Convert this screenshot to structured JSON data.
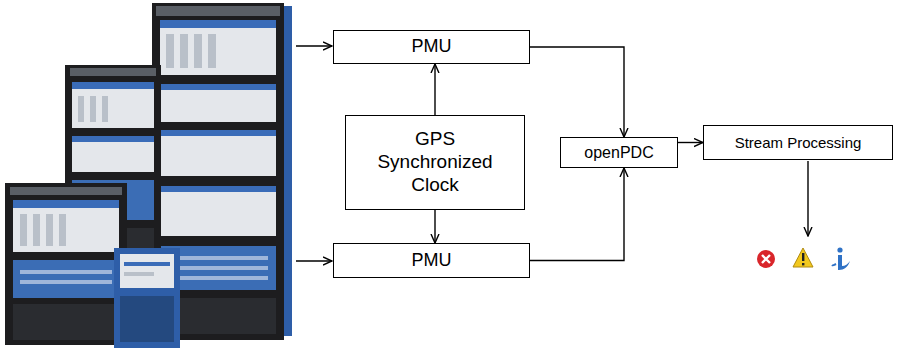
{
  "diagram": {
    "nodes": [
      {
        "text": [
          "PMU"
        ]
      },
      {
        "text": [
          "GPS Synchronized Clock"
        ]
      },
      {
        "text": [
          "PMU"
        ]
      },
      {
        "text": [
          "openPDC"
        ]
      },
      {
        "text": [
          "Stream Processing"
        ]
      }
    ],
    "edges": [
      {
        "from": 1,
        "to": 0,
        "arrow": "to"
      },
      {
        "from": 1,
        "to": 2,
        "arrow": "to"
      },
      {
        "from": 0,
        "to": 3,
        "arrow": "to"
      },
      {
        "from": 2,
        "to": 3,
        "arrow": "to"
      },
      {
        "from": 3,
        "to": 4,
        "arrow": "to"
      }
    ]
  }
}
